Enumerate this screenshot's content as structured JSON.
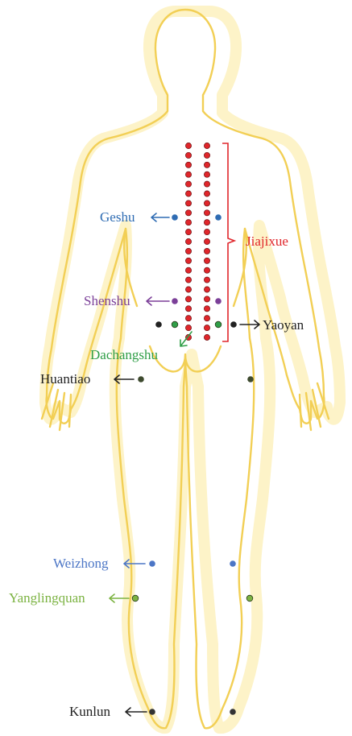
{
  "colors": {
    "outline": "#f2cf55",
    "jiajixue": "#e0262b",
    "geshu": "#2f6cb3",
    "shenshu": "#7b3f98",
    "dachangshu": "#2f9e47",
    "black": "#222222",
    "weizhong": "#4c76c6",
    "yanglingquan": "#7cb342"
  },
  "labels": {
    "geshu": "Geshu",
    "jiajixue": "Jiajixue",
    "shenshu": "Shenshu",
    "yaoyan": "Yaoyan",
    "dachangshu": "Dachangshu",
    "huantiao": "Huantiao",
    "weizhong": "Weizhong",
    "yanglingquan": "Yanglingquan",
    "kunlun": "Kunlun"
  }
}
